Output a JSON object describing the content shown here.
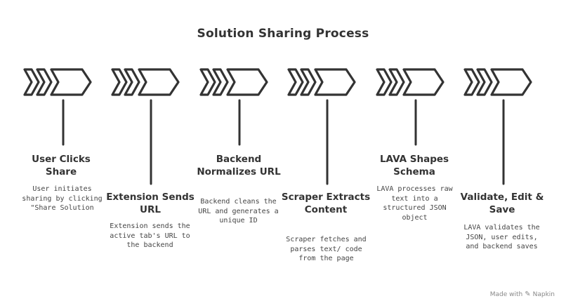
{
  "title": "Solution Sharing Process",
  "steps": [
    {
      "title": "User Clicks Share",
      "desc": "User initiates sharing by clicking \"Share Solution"
    },
    {
      "title": "Extension Sends URL",
      "desc": "Extension sends the active tab's URL to the backend"
    },
    {
      "title": "Backend Normalizes URL",
      "desc": "Backend cleans the URL and generates a unique ID"
    },
    {
      "title": "Scraper Extracts Content",
      "desc": "Scraper fetches and parses text/ code from the page"
    },
    {
      "title": "LAVA Shapes Schema",
      "desc": "LAVA processes raw text into a structured JSON object"
    },
    {
      "title": "Validate, Edit & Save",
      "desc": "LAVA validates the JSON, user edits, and backend saves"
    }
  ],
  "footer": {
    "made_with": "Made with",
    "brand": "Napkin",
    "icon": "napkin-logo-icon"
  }
}
